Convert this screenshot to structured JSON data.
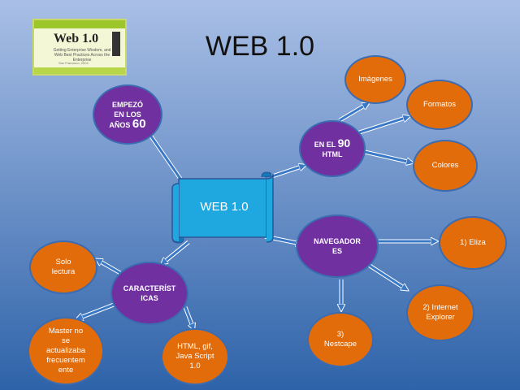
{
  "title": "WEB 1.0",
  "thumbnail": {
    "heading": "Web 1.0",
    "subtitle": "Getting Enterprise Wisdom, and Web Best Practices Across the Enterprise",
    "caption": "San Francisco, 2004"
  },
  "center": {
    "label": "WEB 1.0"
  },
  "nodes": {
    "empezo": {
      "line1": "EMPEZÓ",
      "line2": "EN LOS",
      "line3a": "AÑOS ",
      "line3b": "60"
    },
    "en90": {
      "line1a": "EN EL ",
      "line1b": "90",
      "line2": "HTML"
    },
    "navegadores": {
      "line1": "NAVEGADOR",
      "line2": "ES"
    },
    "caracteristicas": {
      "line1": "CARACTERÍST",
      "line2": "ICAS"
    },
    "imagenes": {
      "label": "Imágenes"
    },
    "formatos": {
      "label": "Formatos"
    },
    "colores": {
      "label": "Colores"
    },
    "eliza": {
      "label": "1) Eliza"
    },
    "explorer": {
      "line1": "2) Internet",
      "line2": "Explorer"
    },
    "nestcape": {
      "line1": "3)",
      "line2": "Nestcape"
    },
    "solo": {
      "line1": "Solo",
      "line2": "lectura"
    },
    "master": {
      "line1": "Master no",
      "line2": "se",
      "line3": "actualizaba",
      "line4": "frecuentem",
      "line5": "ente"
    },
    "html": {
      "line1": "HTML, gif,",
      "line2": "Java Script",
      "line3": "1.0"
    }
  },
  "colors": {
    "background_top": "#a9bfe6",
    "background_bottom": "#2e63a9",
    "purple": "#7030a0",
    "orange": "#e36c0a",
    "center_fill": "#1fa7e0",
    "arrow_fill": "#3a78c8"
  }
}
